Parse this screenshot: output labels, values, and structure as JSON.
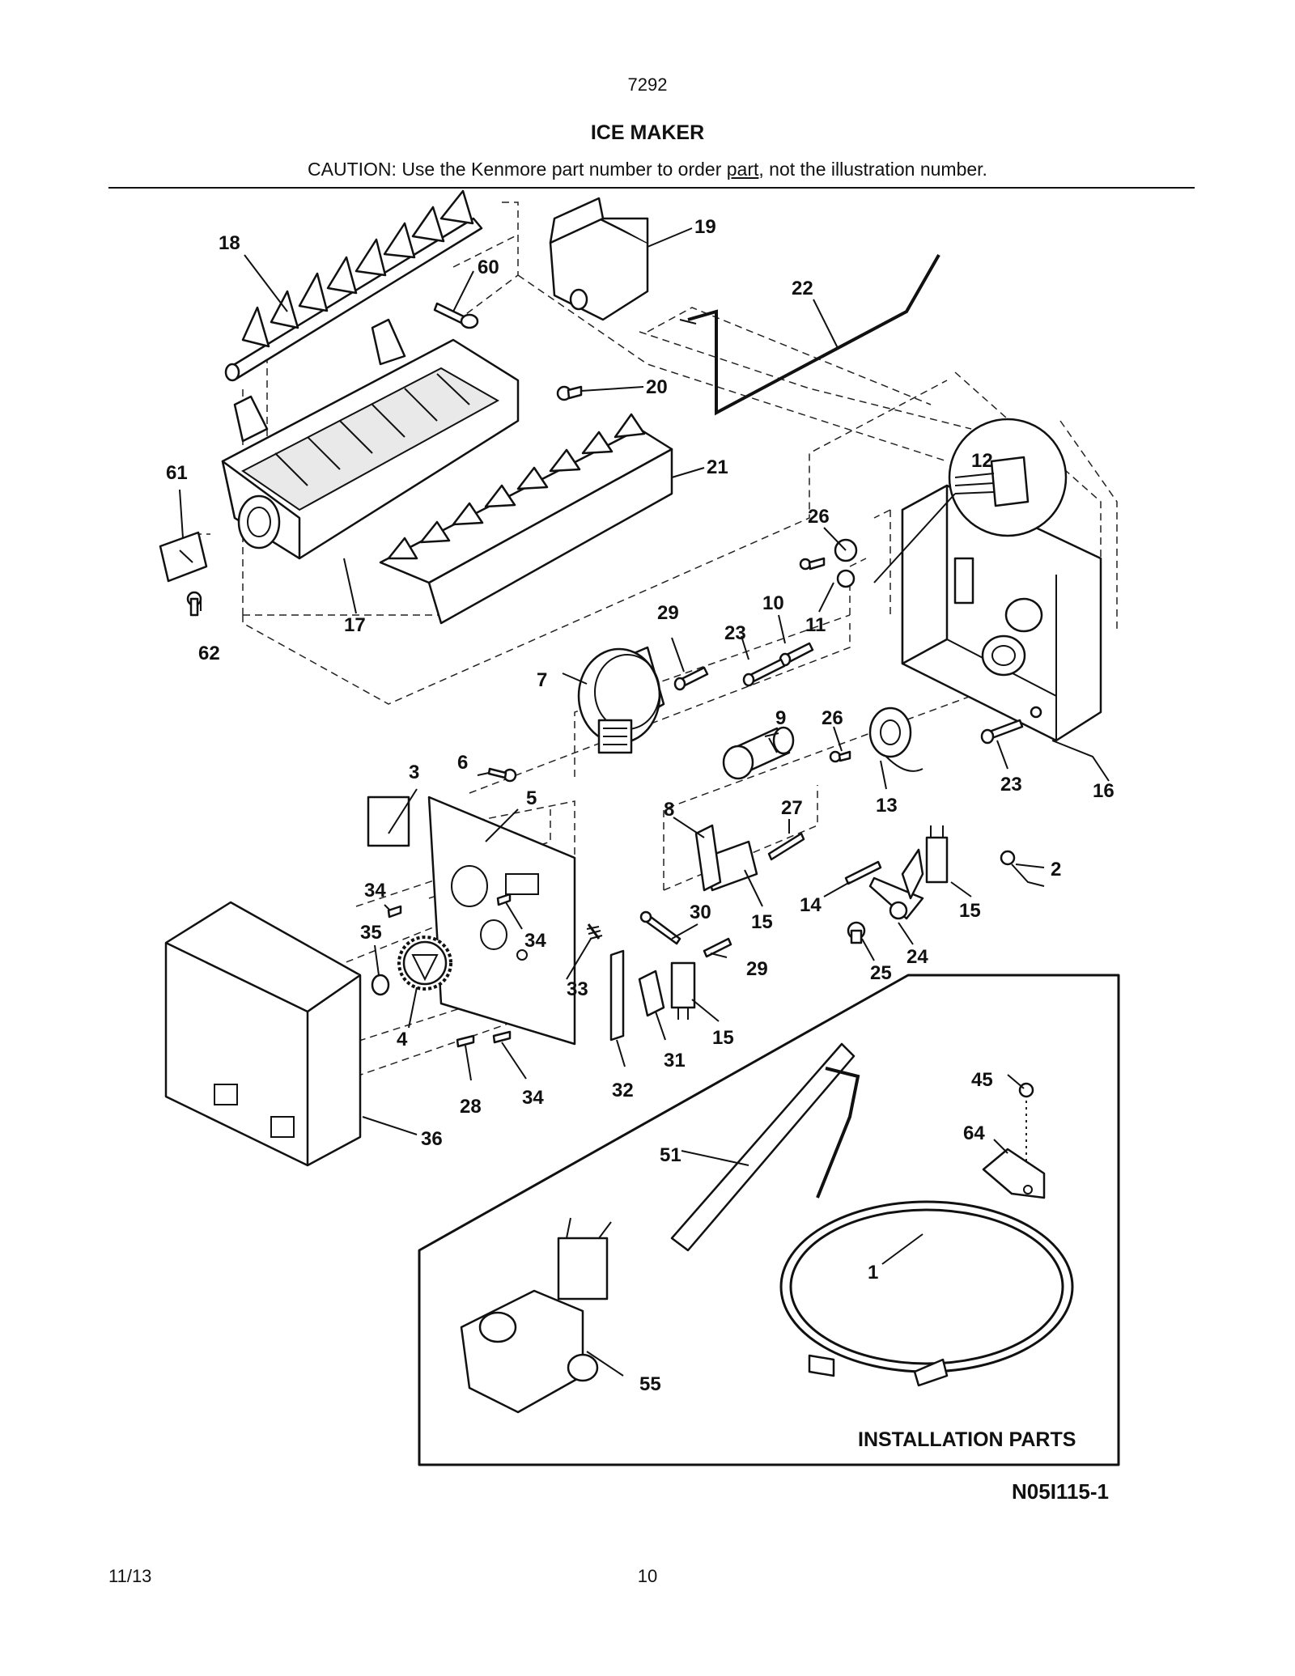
{
  "header": {
    "model_number": "7292",
    "title": "ICE MAKER",
    "caution_before": "CAUTION: Use the Kenmore part number to order ",
    "caution_underlined": "part",
    "caution_after": ", not the illustration number."
  },
  "diagram": {
    "callouts": {
      "c1": "1",
      "c2": "2",
      "c3": "3",
      "c4": "4",
      "c5": "5",
      "c6": "6",
      "c7": "7",
      "c8": "8",
      "c9": "9",
      "c10": "10",
      "c11": "11",
      "c12": "12",
      "c13": "13",
      "c14": "14",
      "c15a": "15",
      "c15b": "15",
      "c15c": "15",
      "c16": "16",
      "c17": "17",
      "c18": "18",
      "c19": "19",
      "c20": "20",
      "c21": "21",
      "c22": "22",
      "c23a": "23",
      "c23b": "23",
      "c24": "24",
      "c25": "25",
      "c26a": "26",
      "c26b": "26",
      "c27": "27",
      "c28": "28",
      "c29a": "29",
      "c29b": "29",
      "c30": "30",
      "c31": "31",
      "c32": "32",
      "c33": "33",
      "c34a": "34",
      "c34b": "34",
      "c34c": "34",
      "c35": "35",
      "c36": "36",
      "c45": "45",
      "c51": "51",
      "c55": "55",
      "c60": "60",
      "c61": "61",
      "c62": "62",
      "c64": "64"
    },
    "installation_box_title": "INSTALLATION PARTS",
    "drawing_code": "N05I115-1"
  },
  "footer": {
    "date": "11/13",
    "page_number": "10"
  }
}
